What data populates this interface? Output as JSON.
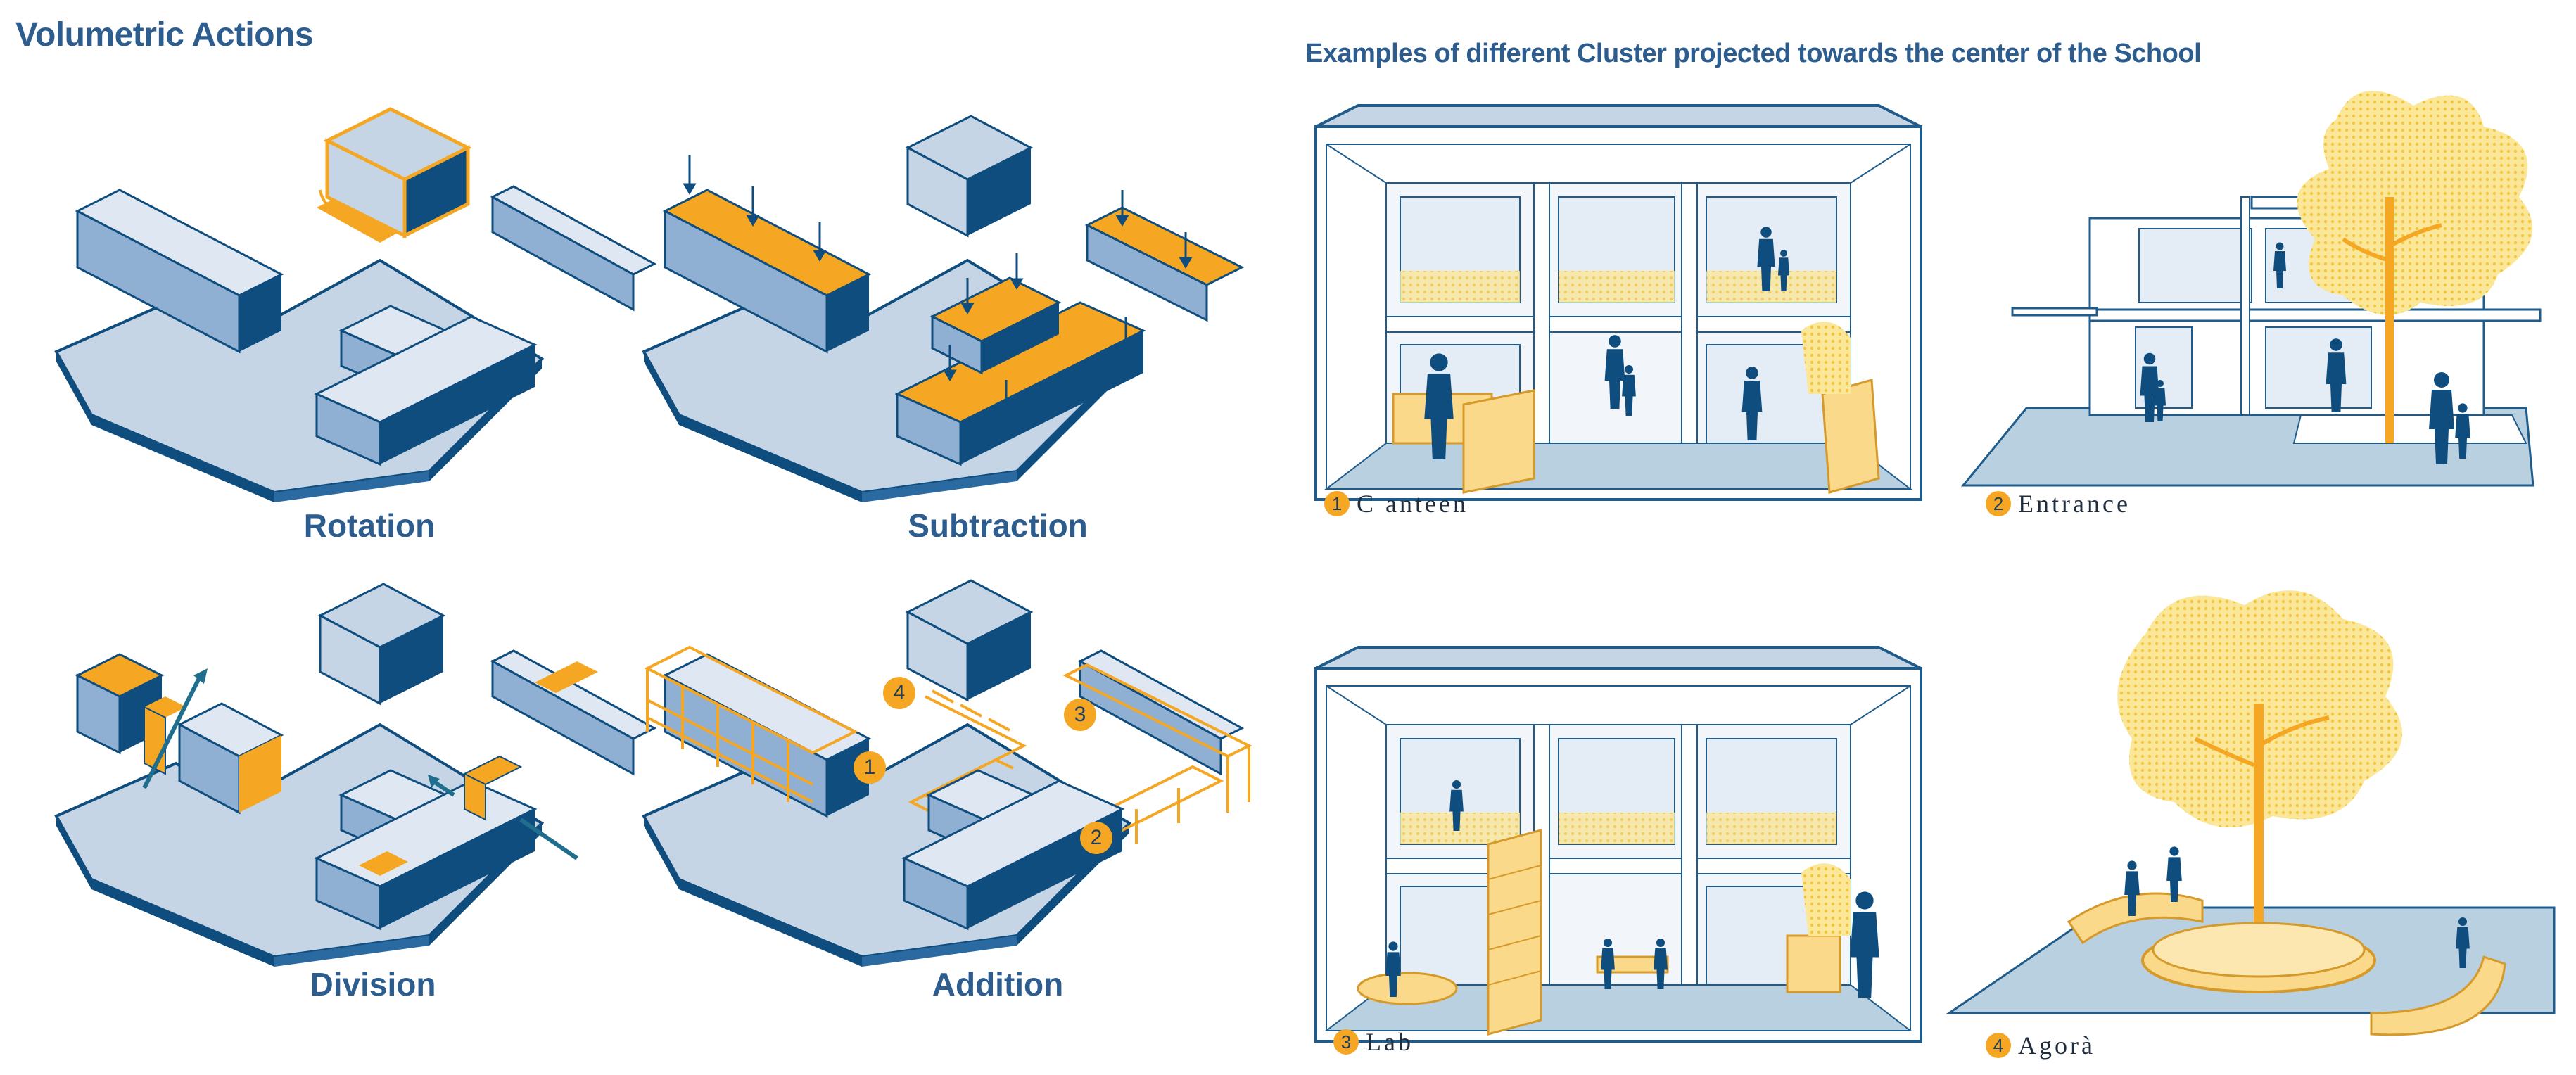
{
  "headings": {
    "left": "Volumetric Actions",
    "right": "Examples of different Cluster projected towards the center of the School"
  },
  "volumetric_actions": [
    {
      "label": "Rotation"
    },
    {
      "label": "Subtraction"
    },
    {
      "label": "Division"
    },
    {
      "label": "Addition",
      "markers": [
        "1",
        "2",
        "3",
        "4"
      ]
    }
  ],
  "scenes": [
    {
      "number": "1",
      "label": "C anteen"
    },
    {
      "number": "2",
      "label": "Entrance"
    },
    {
      "number": "3",
      "label": "Lab"
    },
    {
      "number": "4",
      "label": "Agorà"
    }
  ],
  "colors": {
    "massing": "#c5d5e6",
    "massing_dark": "#0f4d7e",
    "accent": "#f5a623",
    "line": "#1f5c8b"
  }
}
